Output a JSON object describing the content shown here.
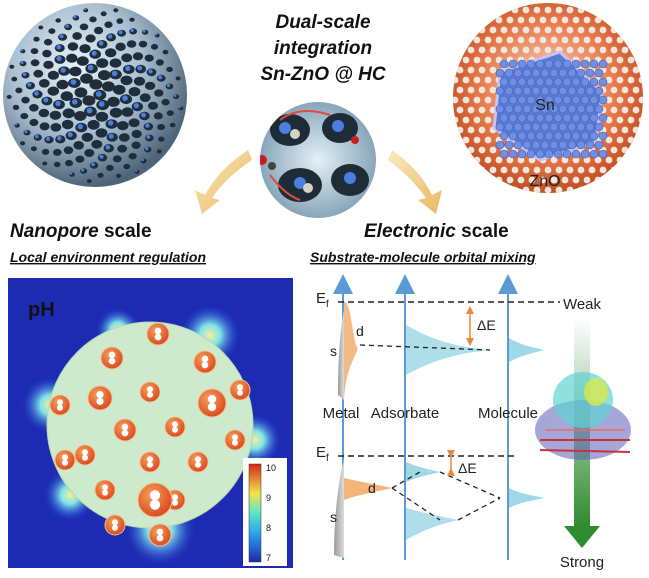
{
  "title": {
    "line1": "Dual-scale",
    "line2": "integration",
    "line3": "Sn-ZnO @ HC"
  },
  "scales": {
    "nanopore": {
      "italic": "Nanopore",
      "plain": " scale",
      "subtitle": "Local environment regulation"
    },
    "electronic": {
      "italic": "Electronic",
      "plain": " scale",
      "subtitle": "Substrate-molecule orbital mixing"
    }
  },
  "particle_labels": {
    "metal": "Sn",
    "oxide": "ZnO"
  },
  "ph_map": {
    "label": "pH",
    "colorbar_ticks": [
      "10",
      "9",
      "8",
      "7"
    ],
    "colorbar_values": [
      10,
      9,
      8,
      7
    ]
  },
  "orbital_diagram": {
    "column_labels": [
      "Metal",
      "Adsorbate",
      "Molecule"
    ],
    "fermi_label": "E",
    "fermi_sub": "f",
    "s_label": "s",
    "d_label": "d",
    "gap_label": "ΔE",
    "weak_label": "Weak",
    "strong_label": "Strong"
  },
  "colors": {
    "orange": "#f4b47a",
    "cyan": "#9fd8e6",
    "arrow_blue": "#5b9bd5",
    "strong_green": "#2e8b2e",
    "pore_red": "#e2581f"
  }
}
